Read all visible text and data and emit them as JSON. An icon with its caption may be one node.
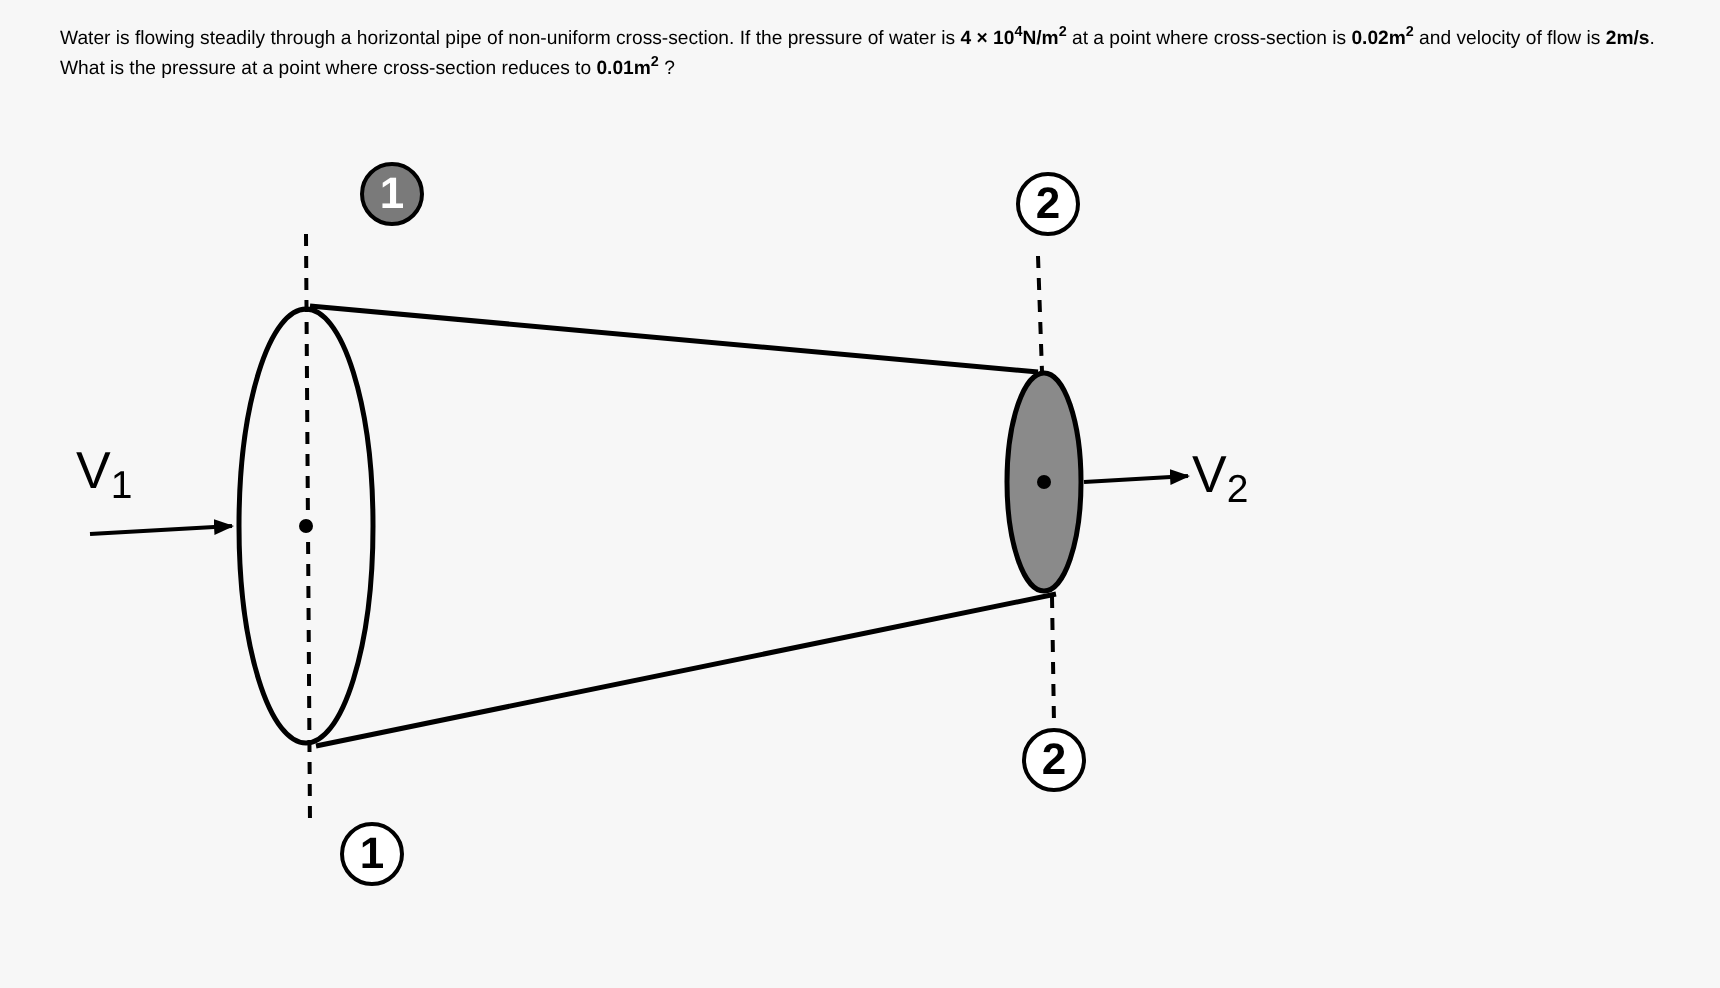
{
  "diagram": {
    "title": "Water is flowing steadily through a horizontal pipe of non-uniform cross-section. If the pressure of water is **4 × 10$^{4}$N/m$^{2}$** at a point where cross-section is **0.02m$^{2}$** and velocity of flow is **2m/s**. What is the pressure at a point where cross-section reduces to **0.01m$^{2}$** ?",
    "nodes": [
      {
        "text": [
          "1"
        ]
      },
      {
        "text": [
          "2"
        ]
      },
      {
        "text": [],
        "shape": "ellipse"
      },
      {
        "text": [],
        "shape": "ellipse"
      },
      {
        "text": [
          "2"
        ]
      },
      {
        "text": [
          "1"
        ]
      },
      {
        "text": [
          "V$_{2}$"
        ]
      }
    ],
    "edges": [
      {
        "from": null,
        "to": 2,
        "arrow": "to"
      },
      {
        "from": 3,
        "to": 6,
        "arrow": "to"
      }
    ],
    "labels": [
      "V$_{1}$"
    ]
  }
}
